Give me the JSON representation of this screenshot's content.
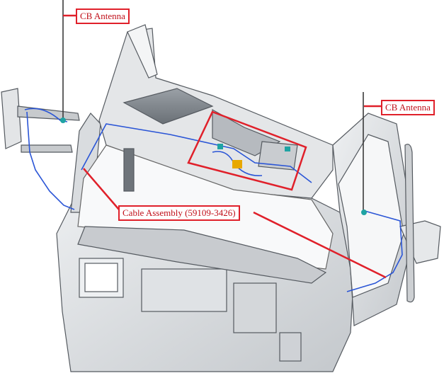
{
  "labels": {
    "cb_antenna_left": "CB Antenna",
    "cb_antenna_right": "CB Antenna",
    "cable_assembly": "Cable Assembly (59109-3426)"
  },
  "colors": {
    "callout": "#e0202a",
    "cable": "#2a55d6",
    "connector": "#1fa3a3",
    "module": "#e8a800",
    "body_shade": "#cfd2d6",
    "body_edge": "#555a60"
  },
  "icons": {
    "antenna": "antenna-icon",
    "connector": "connector-icon"
  }
}
